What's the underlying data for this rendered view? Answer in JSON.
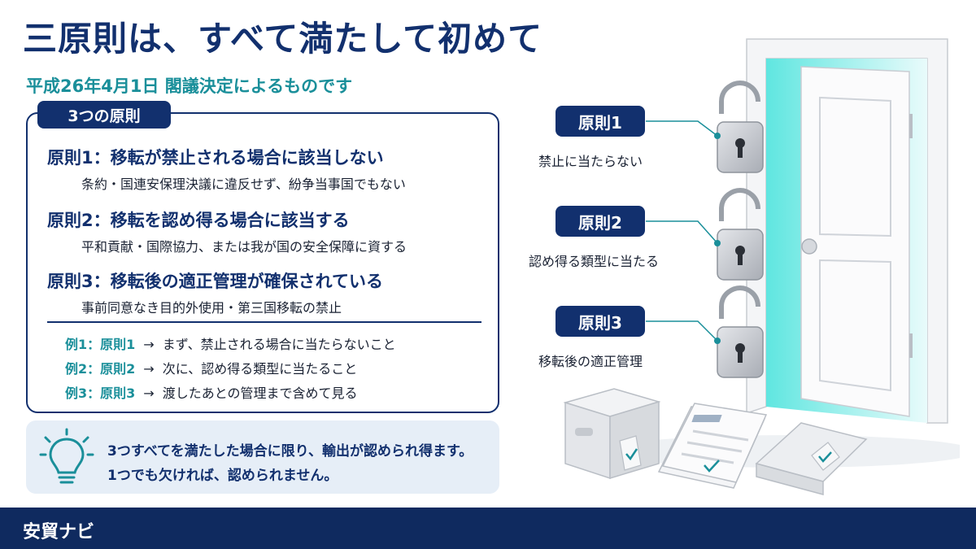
{
  "title": "三原則は、すべて満たして初めて",
  "subtitle": "平成26年4月1日 閣議決定によるものです",
  "panel": {
    "tag": "3つの原則",
    "principles": [
      {
        "head": "原則1：移転が禁止される場合に該当しない",
        "sub": "条約・国連安保理決議に違反せず、紛争当事国でもない"
      },
      {
        "head": "原則2：移転を認め得る場合に該当する",
        "sub": "平和貢献・国際協力、または我が国の安全保障に資する"
      },
      {
        "head": "原則3：移転後の適正管理が確保されている",
        "sub": "事前同意なき目的外使用・第三国移転の禁止"
      }
    ],
    "examples": [
      {
        "label": "例1：原則1",
        "arrow": "→",
        "text": "まず、禁止される場合に当たらないこと"
      },
      {
        "label": "例2：原則2",
        "arrow": "→",
        "text": "次に、認め得る類型に当たること"
      },
      {
        "label": "例3：原則3",
        "arrow": "→",
        "text": "渡したあとの管理まで含めて見る"
      }
    ]
  },
  "note": {
    "icon": "lightbulb-icon",
    "lines": [
      "3つすべてを満たした場合に限り、輸出が認められ得ます。",
      "1つでも欠ければ、認められません。"
    ]
  },
  "diagram": {
    "badges": [
      {
        "label": "原則1",
        "desc": "禁止に当たらない"
      },
      {
        "label": "原則2",
        "desc": "認め得る類型に当たる"
      },
      {
        "label": "原則3",
        "desc": "移転後の適正管理"
      }
    ]
  },
  "footer": {
    "label": "安貿ナビ"
  },
  "colors": {
    "navy": "#12306e",
    "teal": "#1a8f9a",
    "note_bg": "#e6eef7",
    "footer": "#0f2a5f"
  }
}
